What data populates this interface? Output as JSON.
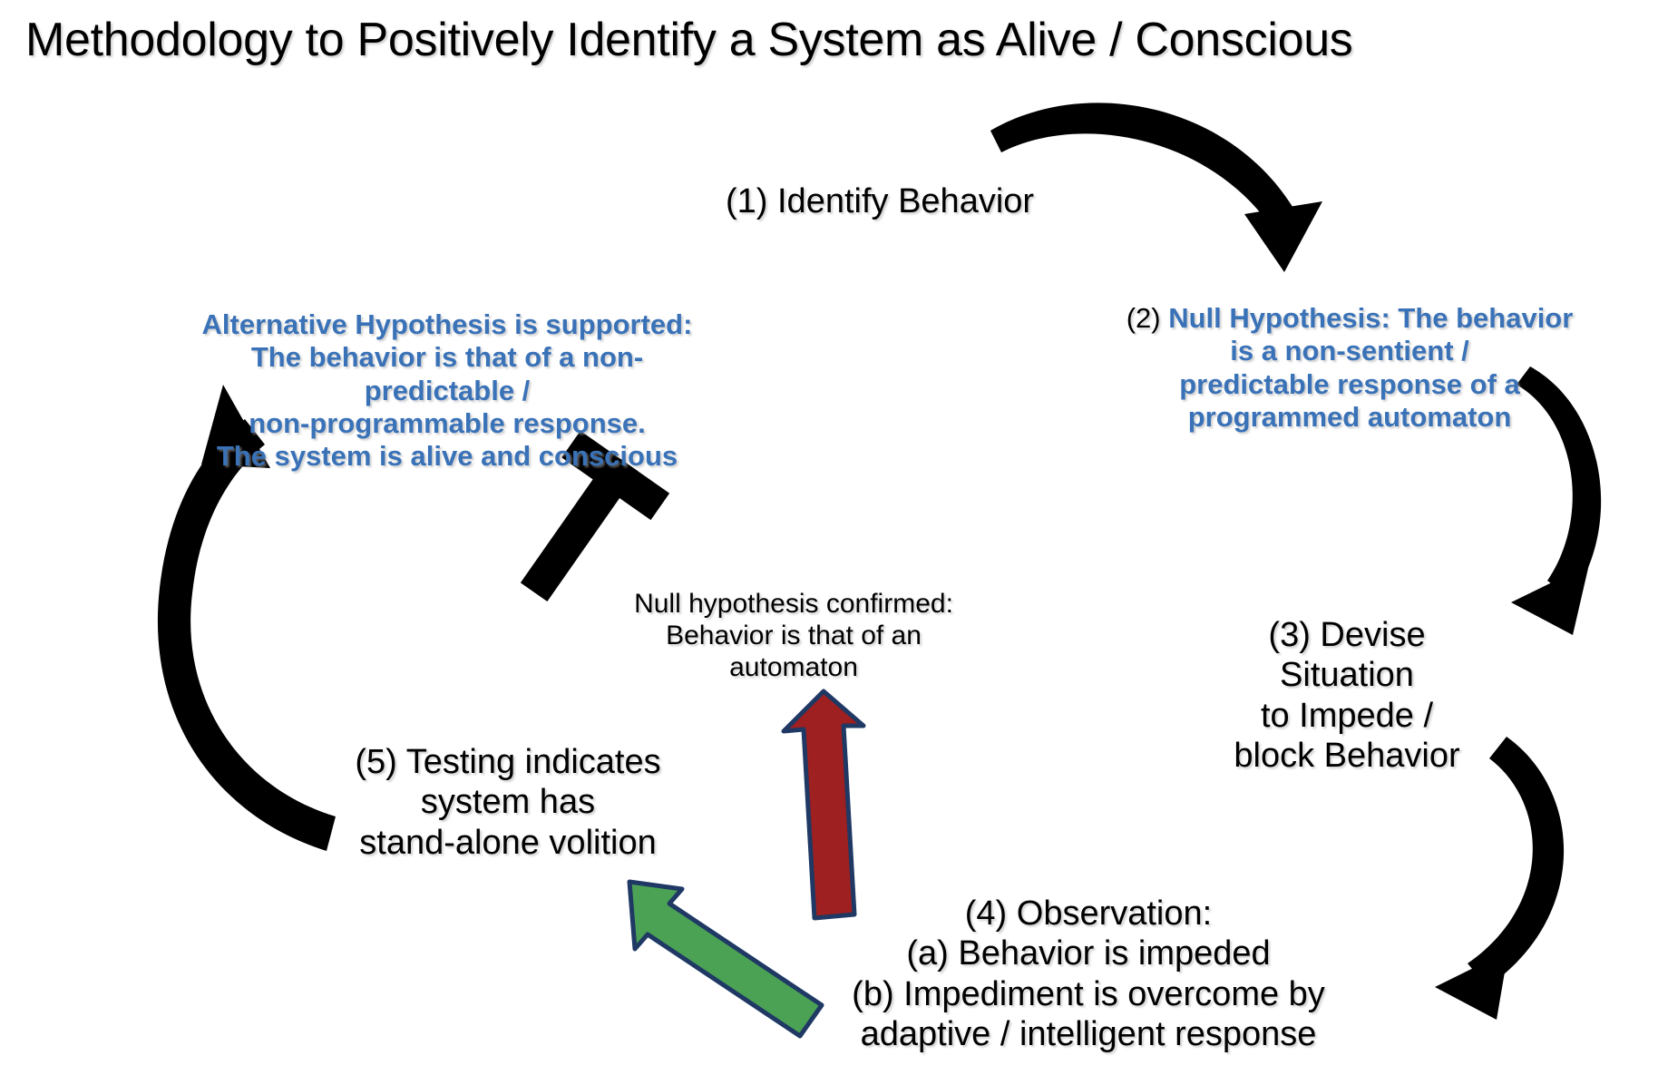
{
  "title": "Methodology to Positively Identify a System as Alive / Conscious",
  "colors": {
    "blue_text": "#3a72b8",
    "black_text": "#000000",
    "red_arrow_fill": "#9e2020",
    "red_arrow_stroke": "#1f3864",
    "green_arrow_fill": "#4ba254",
    "green_arrow_stroke": "#1f3864",
    "black_arrow": "#000000",
    "background": "#ffffff"
  },
  "nodes": {
    "step1": {
      "label": "(1) Identify Behavior",
      "color": "#000000"
    },
    "step2": {
      "number": "(2) ",
      "text": "Null Hypothesis: The behavior\nis a non-sentient /\npredictable response of a\nprogrammed automaton",
      "color": "#3a72b8"
    },
    "step3": {
      "label": "(3) Devise Situation\nto Impede /\nblock Behavior",
      "color": "#000000"
    },
    "step4": {
      "label": "(4) Observation:\n(a) Behavior is impeded\n(b) Impediment is overcome by\nadaptive / intelligent response",
      "color": "#000000"
    },
    "step5": {
      "label": "(5) Testing indicates\nsystem has\nstand-alone volition",
      "color": "#000000"
    },
    "alt_hypothesis": {
      "text": "Alternative Hypothesis is supported:\nThe behavior is that of a non-predictable /\nnon-programmable response.\nThe system is alive and conscious",
      "color": "#3a72b8"
    },
    "null_confirmed": {
      "text": "Null hypothesis confirmed:\nBehavior is that of an\nautomaton",
      "color": "#000000"
    }
  },
  "connectors": [
    {
      "name": "arrow-step1-to-step2",
      "kind": "curved-arrow",
      "color": "#000000",
      "from": "step1",
      "to": "step2",
      "direction": "clockwise-top"
    },
    {
      "name": "arrow-step2-to-step3",
      "kind": "curved-arrow",
      "color": "#000000",
      "from": "step2",
      "to": "step3",
      "direction": "clockwise-right-upper"
    },
    {
      "name": "arrow-step3-to-step4",
      "kind": "curved-arrow",
      "color": "#000000",
      "from": "step3",
      "to": "step4",
      "direction": "clockwise-right-lower"
    },
    {
      "name": "arrow-step5-to-alt-hypothesis",
      "kind": "curved-arrow",
      "color": "#000000",
      "from": "step5",
      "to": "alt_hypothesis",
      "direction": "clockwise-left"
    },
    {
      "name": "blocked-path-to-alt-hypothesis",
      "kind": "blocked-tee",
      "color": "#000000",
      "from": "null_confirmed",
      "to": "alt_hypothesis",
      "meaning": "path blocked"
    },
    {
      "name": "arrow-observation-to-null-confirmed",
      "kind": "straight-arrow",
      "color": "#9e2020",
      "from": "step4",
      "to": "null_confirmed"
    },
    {
      "name": "arrow-observation-to-step5",
      "kind": "straight-arrow",
      "color": "#4ba254",
      "from": "step4",
      "to": "step5"
    }
  ]
}
